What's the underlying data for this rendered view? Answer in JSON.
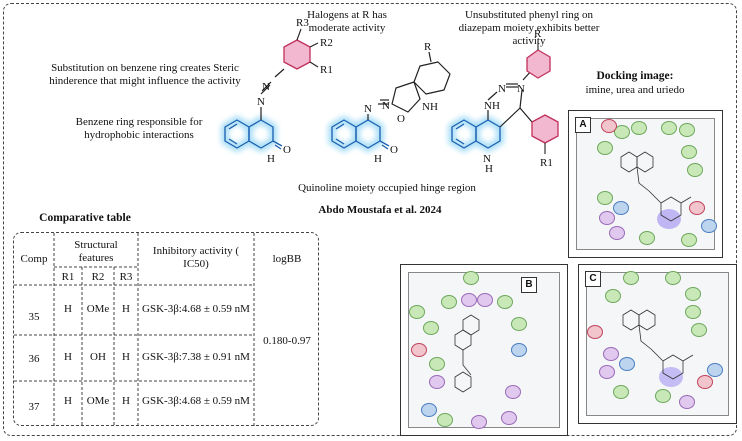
{
  "annotations": {
    "substitution": "Substitution on benzene ring creates Steric hinderence that might influence the activity",
    "hydrophobic": "Benzene ring responsible for hydrophobic interactions",
    "halogens": "Halogens at R has moderate activity",
    "unsubstituted": "Unsubstituted phenyl ring on diazepam moiety exhibits better activity",
    "hinge": "Quinoline moiety occupied hinge region",
    "citation": "Abdo Moustafa et al. 2024"
  },
  "docking": {
    "title": "Docking image:",
    "subtitle": "imine, urea and uriedo",
    "panels": [
      "A",
      "B",
      "C"
    ]
  },
  "table": {
    "title": "Comparative table",
    "headers": {
      "comp": "Comp",
      "structural": "Structural features",
      "inhibitory": "Inhibitory activity ( IC50)",
      "logbb": "logBB",
      "r1": "R1",
      "r2": "R2",
      "r3": "R3"
    },
    "rows": [
      {
        "comp": "35",
        "r1": "H",
        "r2": "OMe",
        "r3": "H",
        "activity": "GSK-3β:4.68 ± 0.59 nM"
      },
      {
        "comp": "36",
        "r1": "H",
        "r2": "OH",
        "r3": "H",
        "activity": "GSK-3β:7.38 ± 0.91 nM"
      },
      {
        "comp": "37",
        "r1": "H",
        "r2": "OMe",
        "r3": "H",
        "activity": "GSK-3β:4.68 ± 0.59 nM"
      }
    ],
    "logbb_value": "0.180-0.97"
  },
  "atoms": {
    "N": "N",
    "H": "H",
    "O": "O",
    "NH": "NH",
    "R": "R",
    "R1": "R1",
    "R2": "R2",
    "R3": "R3"
  },
  "colors": {
    "halo": "#8fd4f4",
    "pink_fill": "#f2b8d0",
    "pink_stroke": "#c0305a",
    "blue_stroke": "#1a5fb0"
  }
}
